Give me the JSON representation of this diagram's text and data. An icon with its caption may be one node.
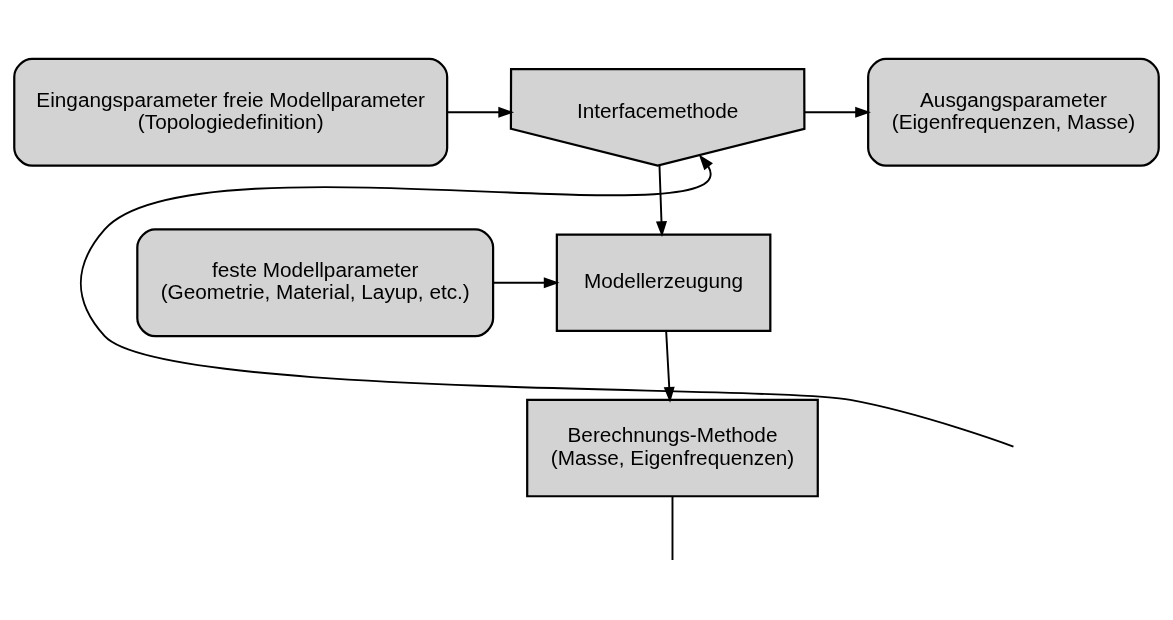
{
  "diagram": {
    "nodes": [
      {
        "text": [
          "Eingangsparameter freie Modellparameter",
          "(Topologiedefinition)"
        ]
      },
      {
        "text": [
          "Interfacemethode"
        ]
      },
      {
        "text": [
          "Ausgangsparameter",
          "(Eigenfrequenzen, Masse)"
        ]
      },
      {
        "text": [
          "feste Modellparameter",
          "(Geometrie, Material, Layup, etc.)"
        ]
      },
      {
        "text": [
          "Modellerzeugung"
        ]
      },
      {
        "text": [
          "Berechnungs-Methode",
          "(Masse, Eigenfrequenzen)"
        ]
      }
    ],
    "edges": [
      {
        "from": 0,
        "to": 1,
        "arrow": "to"
      },
      {
        "from": 1,
        "to": 2,
        "arrow": "to"
      },
      {
        "from": 1,
        "to": 4,
        "arrow": "to"
      },
      {
        "from": 3,
        "to": 4,
        "arrow": "to"
      },
      {
        "from": 4,
        "to": 5,
        "arrow": "to"
      },
      {
        "from": 5,
        "to": null,
        "arrow": "none"
      },
      {
        "from": null,
        "to": 1,
        "arrow": "to"
      }
    ]
  }
}
